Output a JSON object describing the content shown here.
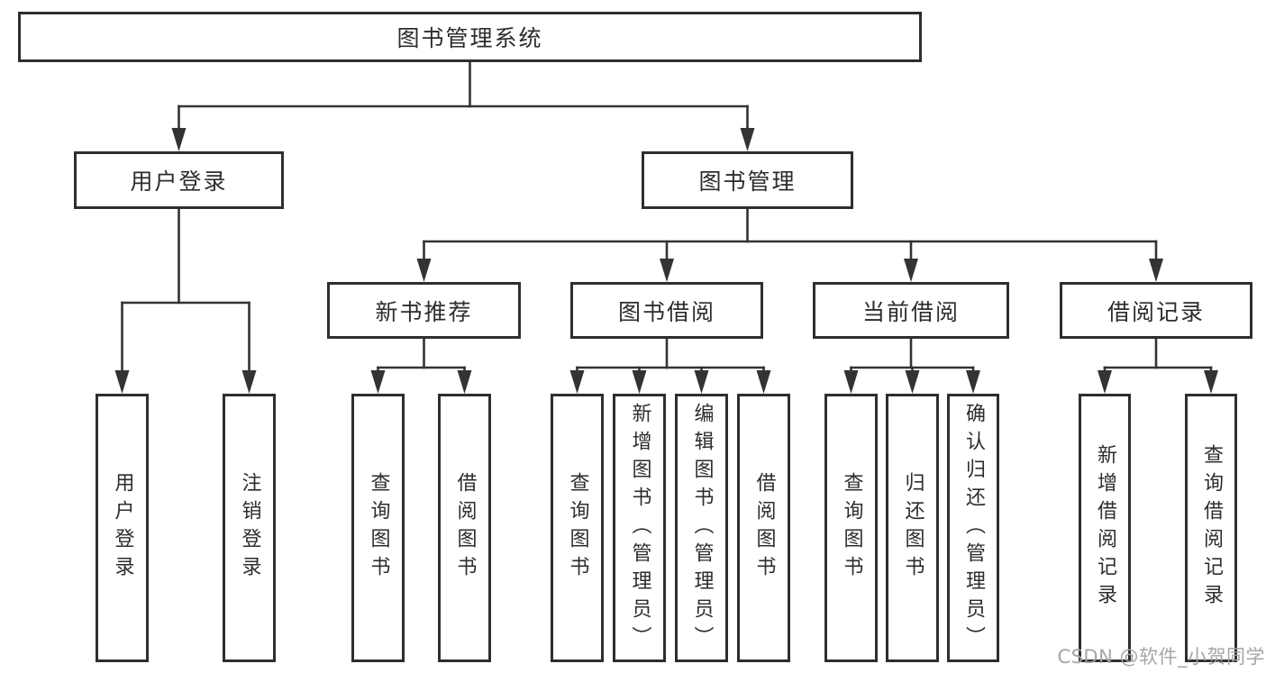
{
  "diagram": {
    "nodes": [
      {
        "id": "root",
        "label": "图书管理系统"
      },
      {
        "id": "user-login",
        "label": "用户登录"
      },
      {
        "id": "book-mgmt",
        "label": "图书管理"
      },
      {
        "id": "new-book-rec",
        "label": "新书推荐"
      },
      {
        "id": "book-borrow",
        "label": "图书借阅"
      },
      {
        "id": "current-borrow",
        "label": "当前借阅"
      },
      {
        "id": "borrow-records",
        "label": "借阅记录"
      },
      {
        "id": "leaf-user-login",
        "label": "用户登录"
      },
      {
        "id": "leaf-logout",
        "label": "注销登录"
      },
      {
        "id": "nb-query-book",
        "label": "查询图书"
      },
      {
        "id": "nb-borrow-book",
        "label": "借阅图书"
      },
      {
        "id": "bb-query-book",
        "label": "查询图书"
      },
      {
        "id": "bb-add-book",
        "label": "新增图书（管理员）"
      },
      {
        "id": "bb-edit-book",
        "label": "编辑图书（管理员）"
      },
      {
        "id": "bb-borrow-book",
        "label": "借阅图书"
      },
      {
        "id": "cb-query-book",
        "label": "查询图书"
      },
      {
        "id": "cb-return-book",
        "label": "归还图书"
      },
      {
        "id": "cb-confirm-return",
        "label": "确认归还（管理员）"
      },
      {
        "id": "br-add-record",
        "label": "新增借阅记录"
      },
      {
        "id": "br-query-record",
        "label": "查询借阅记录"
      }
    ],
    "hierarchy": {
      "root": [
        "user-login",
        "book-mgmt"
      ],
      "user-login": [
        "leaf-user-login",
        "leaf-logout"
      ],
      "book-mgmt": [
        "new-book-rec",
        "book-borrow",
        "current-borrow",
        "borrow-records"
      ],
      "new-book-rec": [
        "nb-query-book",
        "nb-borrow-book"
      ],
      "book-borrow": [
        "bb-query-book",
        "bb-add-book",
        "bb-edit-book",
        "bb-borrow-book"
      ],
      "current-borrow": [
        "cb-query-book",
        "cb-return-book",
        "cb-confirm-return"
      ],
      "borrow-records": [
        "br-add-record",
        "br-query-record"
      ]
    }
  },
  "colors": {
    "line": "#333333",
    "border": "#2e2e2e",
    "text": "#2d2d2d",
    "background": "#ffffff",
    "watermark": "#9ea1a6"
  },
  "watermark": {
    "text": "CSDN @软件_小贺同学"
  }
}
